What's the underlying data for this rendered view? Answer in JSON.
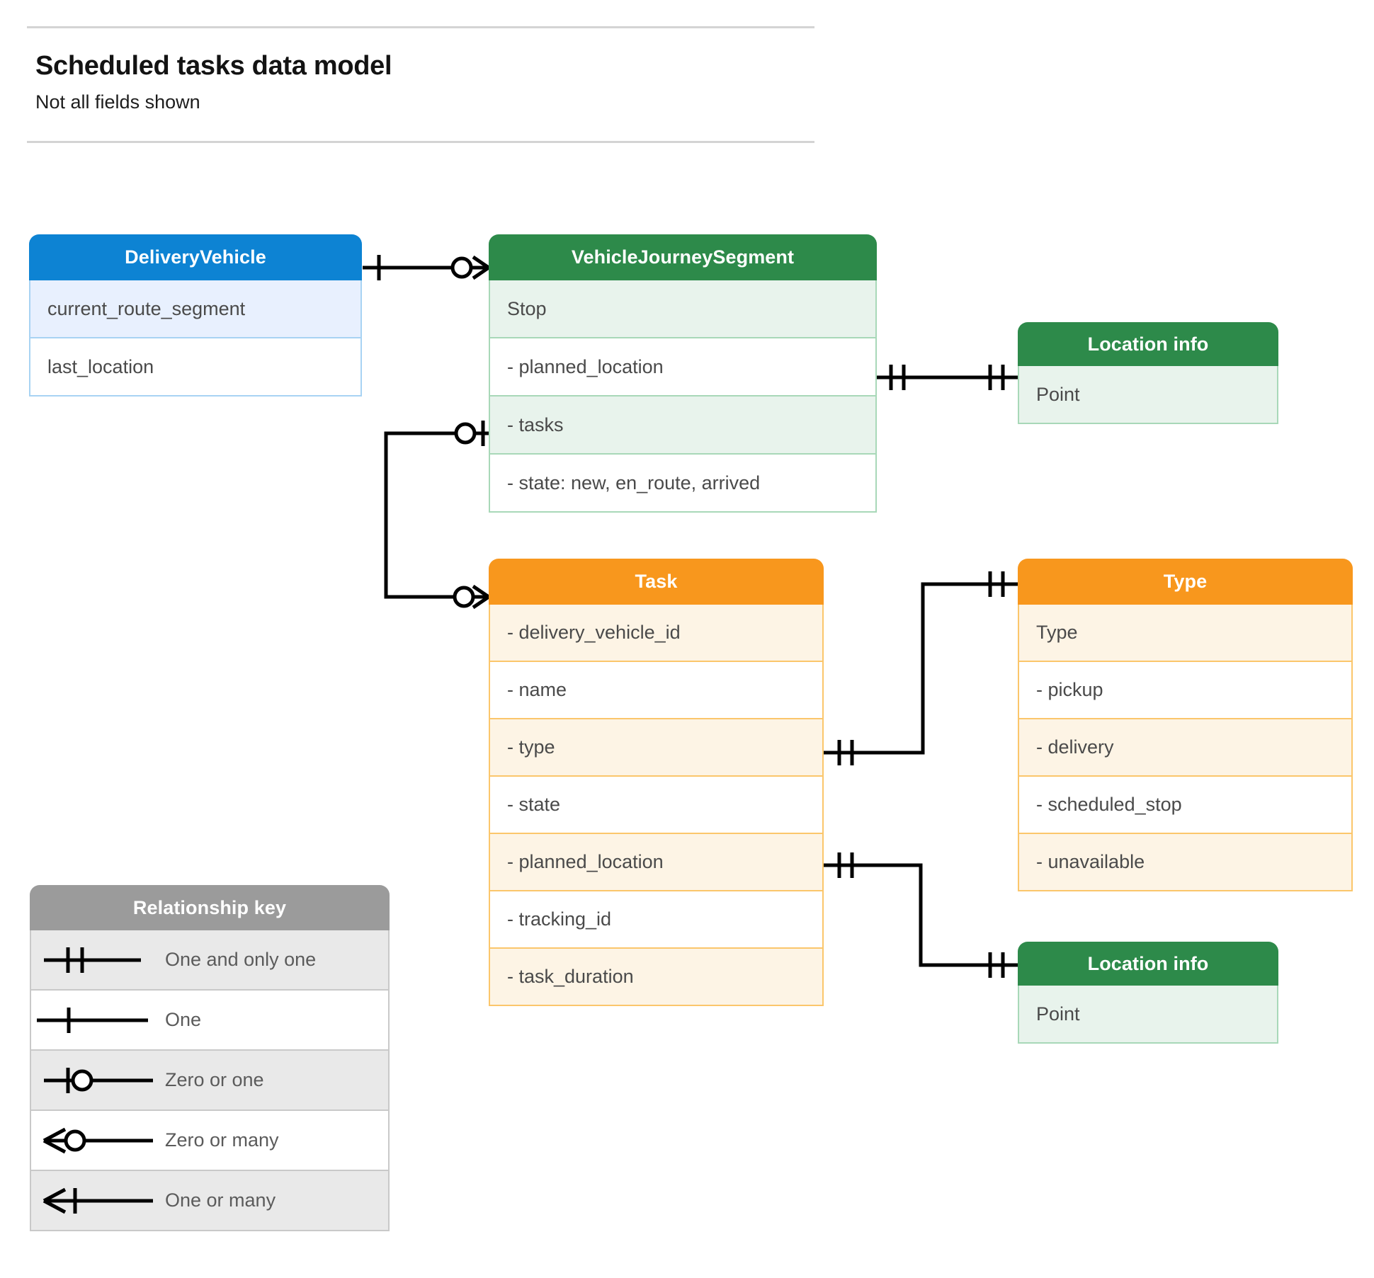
{
  "header": {
    "title": "Scheduled tasks data model",
    "subtitle": "Not all fields shown"
  },
  "colors": {
    "blue_header": "#0d83d3",
    "blue_row": "#e8f0fe",
    "blue_border": "#a8d3f3",
    "green_header": "#2d8a4a",
    "green_row": "#e8f3ec",
    "green_border": "#a8d8b8",
    "orange_header": "#f8971d",
    "orange_row": "#fdf4e5",
    "orange_border": "#fbc66b",
    "gray_header": "#9b9b9b",
    "gray_row": "#e9e9e9",
    "connector": "#000000",
    "rule": "#d4d4d4",
    "row_text": "#4a4a4a"
  },
  "entities": {
    "delivery_vehicle": {
      "title": "DeliveryVehicle",
      "rows": [
        "current_route_segment",
        "last_location"
      ]
    },
    "vehicle_journey_segment": {
      "title": "VehicleJourneySegment",
      "rows": [
        "Stop",
        "-  planned_location",
        "- tasks",
        "- state: new, en_route, arrived"
      ]
    },
    "location_info_top": {
      "title": "Location info",
      "rows": [
        "Point"
      ]
    },
    "location_info_bottom": {
      "title": "Location info",
      "rows": [
        "Point"
      ]
    },
    "task": {
      "title": "Task",
      "rows": [
        "- delivery_vehicle_id",
        "- name",
        "- type",
        "- state",
        "- planned_location",
        "- tracking_id",
        "- task_duration"
      ]
    },
    "type": {
      "title": "Type",
      "rows": [
        "Type",
        "-   pickup",
        "-   delivery",
        "-   scheduled_stop",
        "-   unavailable"
      ]
    }
  },
  "legend": {
    "title": "Relationship key",
    "items": [
      {
        "symbol": "one-and-only-one",
        "label": "One and only one"
      },
      {
        "symbol": "one",
        "label": "One"
      },
      {
        "symbol": "zero-or-one",
        "label": "Zero or one"
      },
      {
        "symbol": "zero-or-many",
        "label": "Zero or many"
      },
      {
        "symbol": "one-or-many",
        "label": "One or many"
      }
    ]
  },
  "relationships": [
    {
      "name": "deliveryvehicle-to-vehiclejourneysegment",
      "from": "DeliveryVehicle",
      "from_cardinality": "one",
      "to": "VehicleJourneySegment",
      "to_cardinality": "zero-or-many"
    },
    {
      "name": "vehiclejourneysegment-plannedlocation-to-locationinfo",
      "from": "VehicleJourneySegment.planned_location",
      "from_cardinality": "one-and-only-one",
      "to": "Location info",
      "to_cardinality": "one-and-only-one"
    },
    {
      "name": "vehiclejourneysegment-tasks-to-task",
      "from": "VehicleJourneySegment.tasks",
      "from_cardinality": "zero-or-one",
      "to": "Task",
      "to_cardinality": "zero-or-many"
    },
    {
      "name": "task-type-to-type",
      "from": "Task.type",
      "from_cardinality": "one-and-only-one",
      "to": "Type",
      "to_cardinality": "one-and-only-one"
    },
    {
      "name": "task-plannedlocation-to-locationinfo",
      "from": "Task.planned_location",
      "from_cardinality": "one-and-only-one",
      "to": "Location info",
      "to_cardinality": "one-and-only-one"
    }
  ]
}
